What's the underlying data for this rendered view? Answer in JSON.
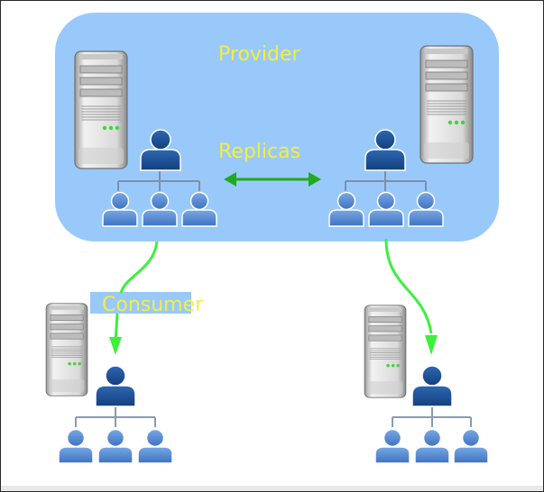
{
  "labels": {
    "provider": "Provider",
    "replicas": "Replicas",
    "consumer": "Consumer"
  },
  "colors": {
    "provider_zone": "#99c9fb",
    "label_yellow": "#f4ef3c",
    "arrow_green": "#1faa1f",
    "connector_green": "#3cf03c",
    "consumer_label_bg": "#99c9fb",
    "server_light": "#e6e6e6",
    "server_dark": "#8d8d8d",
    "person_dark": "#1d4f93",
    "person_light": "#4f86d0"
  },
  "icons": [
    "server-icon",
    "user-icon",
    "user-group-icon",
    "arrow-icon"
  ]
}
